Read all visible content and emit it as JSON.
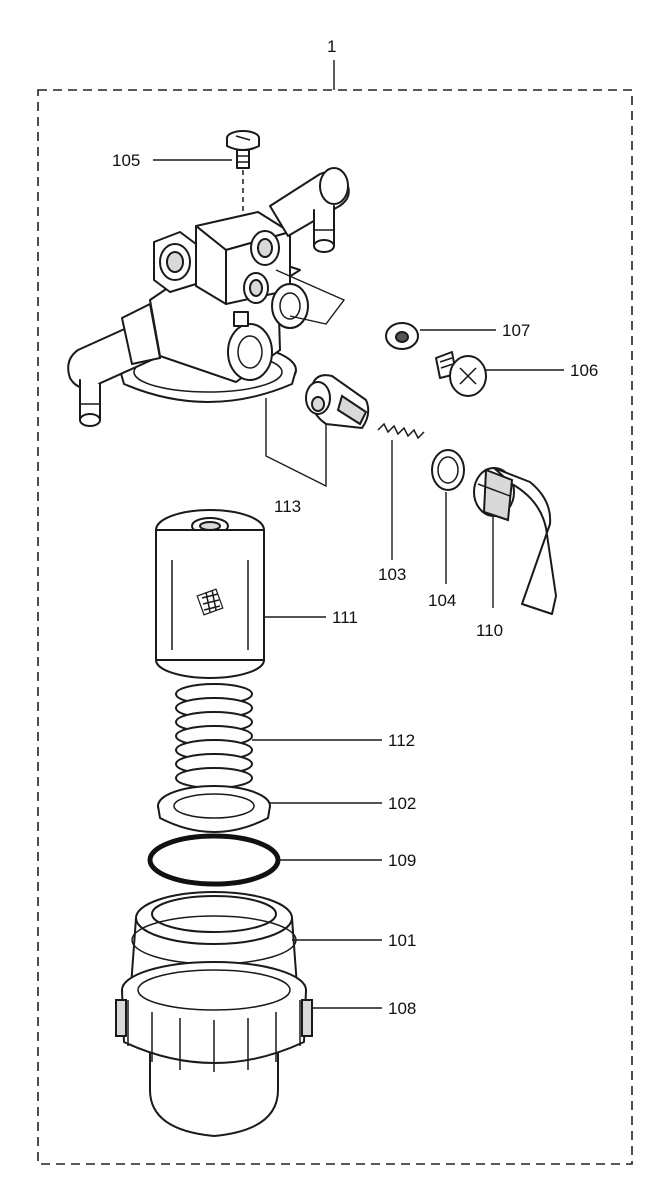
{
  "assembly_label": "1",
  "callouts": {
    "p101": "101",
    "p102": "102",
    "p103": "103",
    "p104": "104",
    "p105": "105",
    "p106": "106",
    "p107": "107",
    "p108": "108",
    "p109": "109",
    "p110": "110",
    "p111": "111",
    "p112": "112",
    "p113": "113"
  }
}
